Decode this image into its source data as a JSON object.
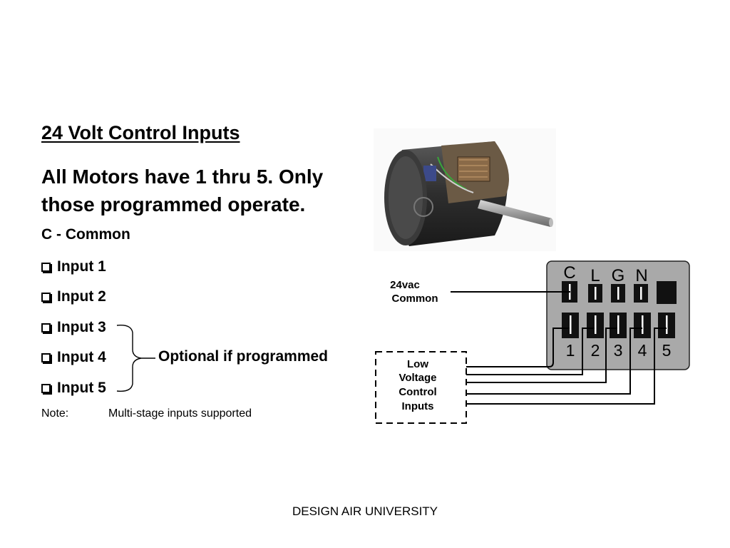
{
  "slide": {
    "heading": "24 Volt Control Inputs",
    "subheading": "All Motors have 1 thru 5.  Only those programmed operate.",
    "common": "C - Common",
    "inputs": [
      "Input 1",
      "Input 2",
      "Input 3",
      "Input 4",
      "Input 5"
    ],
    "optional_note": "Optional if programmed",
    "note_label": "Note:",
    "note_text": "Multi-stage inputs supported",
    "footer": "DESIGN AIR UNIVERSITY"
  },
  "diagram": {
    "top_terminals": [
      "C",
      "L",
      "G",
      "N"
    ],
    "bottom_terminals": [
      "1",
      "2",
      "3",
      "4",
      "5"
    ],
    "common_label_line1": "24vac",
    "common_label_line2": "Common",
    "control_label": [
      "Low",
      "Voltage",
      "Control",
      "Inputs"
    ]
  }
}
